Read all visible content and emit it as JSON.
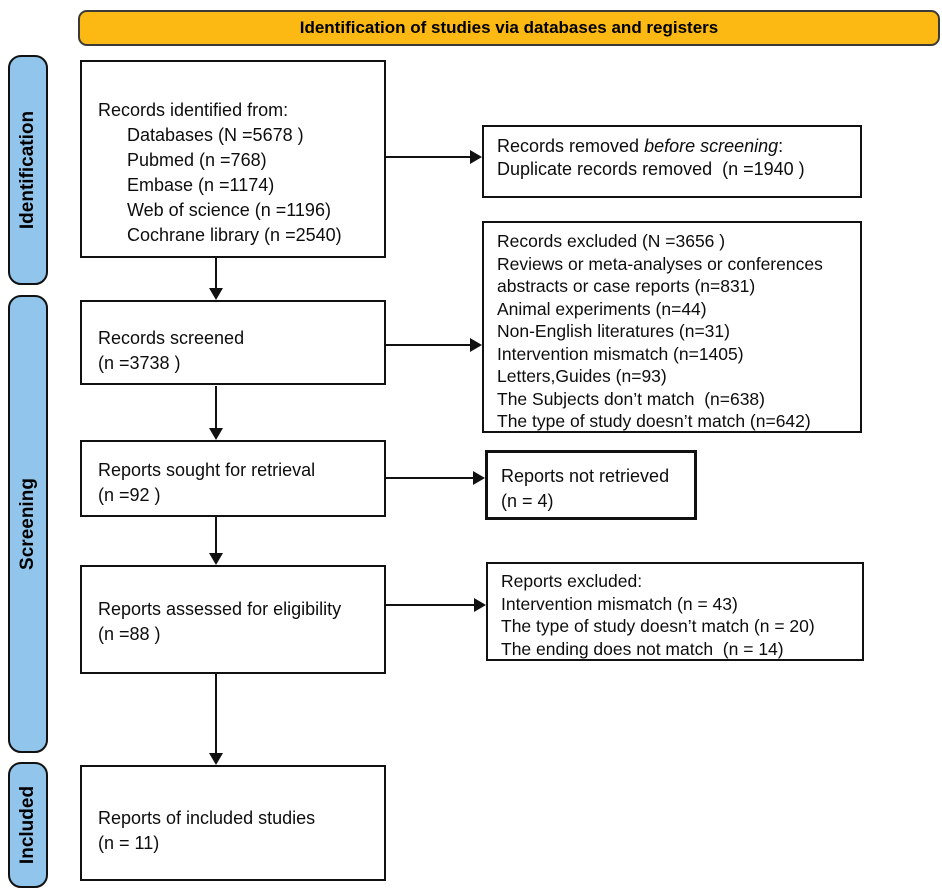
{
  "colors": {
    "banner_yellow": "#FDB913",
    "stage_blue": "#92C5EB",
    "line_black": "#111111"
  },
  "banner": {
    "title": "Identification of studies via databases and registers"
  },
  "stages": {
    "identification": "Identification",
    "screening": "Screening",
    "included": "Included"
  },
  "boxes": {
    "records_identified": {
      "title": "Records identified from:",
      "items": [
        "Databases (N =5678 )",
        "Pubmed (n =768)",
        "Embase (n =1174)",
        "Web of science (n =1196)",
        "Cochrane library (n =2540)"
      ]
    },
    "records_removed": {
      "prefix": "Records removed ",
      "italic": "before screening",
      "suffix": ":",
      "detail": "Duplicate records removed  (n =1940 )"
    },
    "records_screened": {
      "line1": "Records screened",
      "line2": "(n =3738 )"
    },
    "records_excluded": {
      "lines": [
        "Records excluded (N =3656 )",
        "Reviews or meta-analyses or conferences abstracts or case reports (n=831)",
        "Animal experiments (n=44)",
        "Non-English literatures (n=31)",
        "Intervention mismatch (n=1405)",
        "Letters,Guides (n=93)",
        "The Subjects don’t match  (n=638)",
        "The type of study doesn’t match (n=642)"
      ]
    },
    "reports_sought": {
      "line1": "Reports sought for retrieval",
      "line2": "(n =92 )"
    },
    "reports_not_retrieved": {
      "line1": "Reports not retrieved",
      "line2": "(n = 4)"
    },
    "reports_assessed": {
      "line1": "Reports assessed for eligibility",
      "line2": "(n =88 )"
    },
    "reports_excluded": {
      "lines": [
        "Reports excluded:",
        "Intervention mismatch (n = 43)",
        "The type of study doesn’t match (n = 20)",
        "The ending does not match  (n = 14)"
      ]
    },
    "reports_included": {
      "line1": "Reports of included studies",
      "line2": "(n = 11)"
    }
  }
}
